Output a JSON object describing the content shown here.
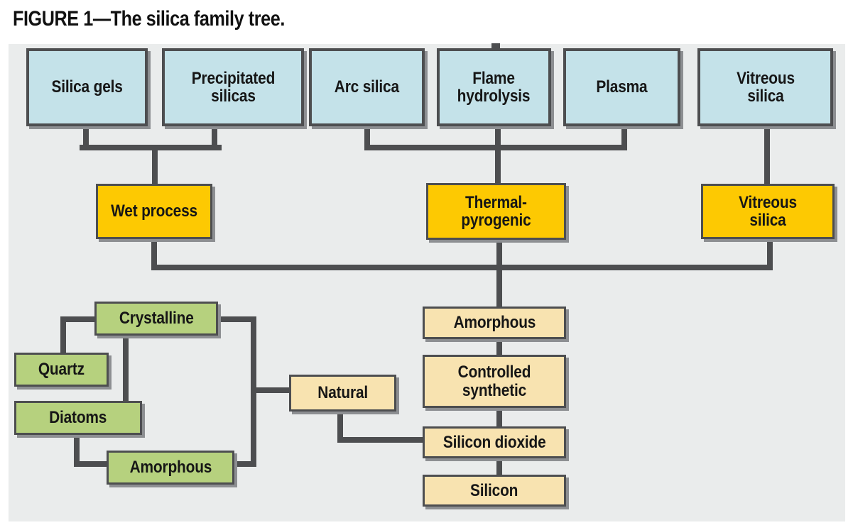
{
  "figure": {
    "title": "FIGURE 1—The silica family tree."
  },
  "palette": {
    "panel_background": "#eaecec",
    "source_box_blue": "#c4e2e9",
    "process_box_yellow": "#fdc902",
    "natural_box_green": "#b6d17e",
    "product_box_tan": "#f8e3b0",
    "line_gray": "#4d4e50",
    "shadow_gray": "#8d8f92",
    "text_black": "#161616"
  },
  "nodes": {
    "silica_gels": {
      "label": "Silica gels"
    },
    "precipitated_silicas": {
      "label": "Precipitated\nsilicas"
    },
    "arc_silica": {
      "label": "Arc silica"
    },
    "flame_hydrolysis": {
      "label": "Flame\nhydrolysis"
    },
    "plasma": {
      "label": "Plasma"
    },
    "vitreous_silica_source": {
      "label": "Vitreous\nsilica"
    },
    "wet_process": {
      "label": "Wet process"
    },
    "thermal_pyrogenic": {
      "label": "Thermal-\npyrogenic"
    },
    "vitreous_silica_process": {
      "label": "Vitreous\nsilica"
    },
    "crystalline": {
      "label": "Crystalline"
    },
    "quartz": {
      "label": "Quartz"
    },
    "diatoms": {
      "label": "Diatoms"
    },
    "amorphous_natural": {
      "label": "Amorphous"
    },
    "natural": {
      "label": "Natural"
    },
    "amorphous_synthetic": {
      "label": "Amorphous"
    },
    "controlled_synthetic": {
      "label": "Controlled\nsynthetic"
    },
    "silicon_dioxide": {
      "label": "Silicon dioxide"
    },
    "silicon": {
      "label": "Silicon"
    }
  },
  "edges": [
    {
      "from": "silica_gels",
      "to": "wet_process"
    },
    {
      "from": "precipitated_silicas",
      "to": "wet_process"
    },
    {
      "from": "arc_silica",
      "to": "thermal_pyrogenic"
    },
    {
      "from": "flame_hydrolysis",
      "to": "thermal_pyrogenic"
    },
    {
      "from": "plasma",
      "to": "thermal_pyrogenic"
    },
    {
      "from": "vitreous_silica_source",
      "to": "vitreous_silica_process"
    },
    {
      "from": "wet_process",
      "to": "amorphous_synthetic"
    },
    {
      "from": "thermal_pyrogenic",
      "to": "amorphous_synthetic"
    },
    {
      "from": "vitreous_silica_process",
      "to": "amorphous_synthetic"
    },
    {
      "from": "amorphous_synthetic",
      "to": "controlled_synthetic"
    },
    {
      "from": "controlled_synthetic",
      "to": "silicon_dioxide"
    },
    {
      "from": "crystalline",
      "to": "quartz"
    },
    {
      "from": "crystalline",
      "to": "diatoms"
    },
    {
      "from": "diatoms",
      "to": "amorphous_natural"
    },
    {
      "from": "crystalline",
      "to": "natural"
    },
    {
      "from": "amorphous_natural",
      "to": "natural"
    },
    {
      "from": "natural",
      "to": "silicon_dioxide"
    },
    {
      "from": "silicon_dioxide",
      "to": "silicon"
    }
  ]
}
